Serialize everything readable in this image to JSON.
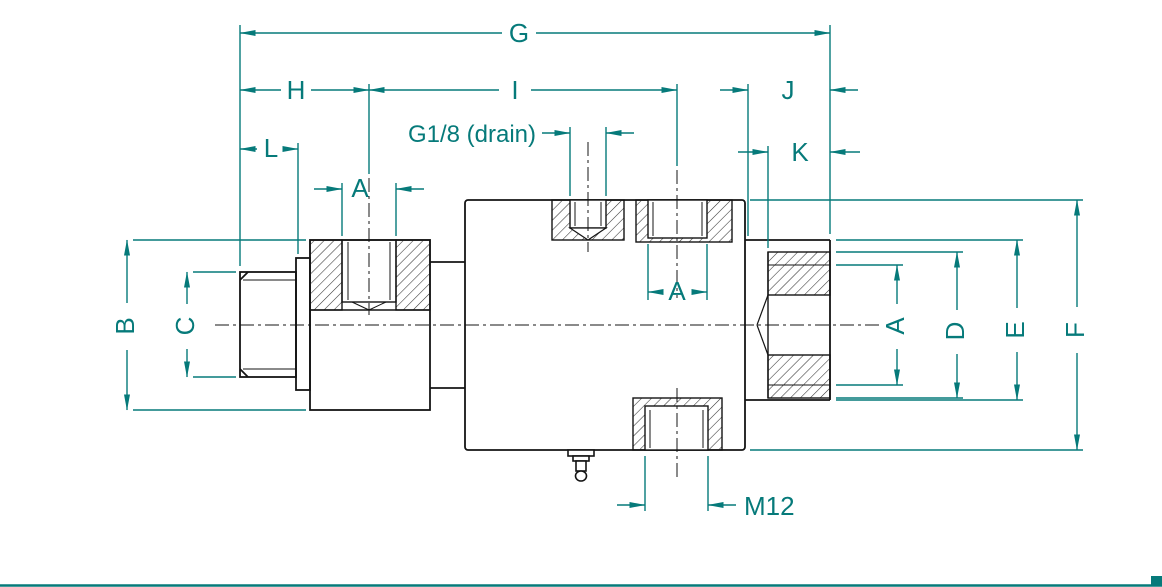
{
  "labels": {
    "g": "G",
    "h": "H",
    "i": "I",
    "j": "J",
    "k": "K",
    "l": "L",
    "a_left": "A",
    "a_center": "A",
    "a_right": "A",
    "b": "B",
    "c": "C",
    "d": "D",
    "e": "E",
    "f": "F",
    "drain_note": "G1/8 (drain)",
    "bottom_thread": "M12"
  },
  "colors": {
    "dimension_teal": "#067a7a",
    "geometry_black": "#141414",
    "background": "#ffffff"
  }
}
